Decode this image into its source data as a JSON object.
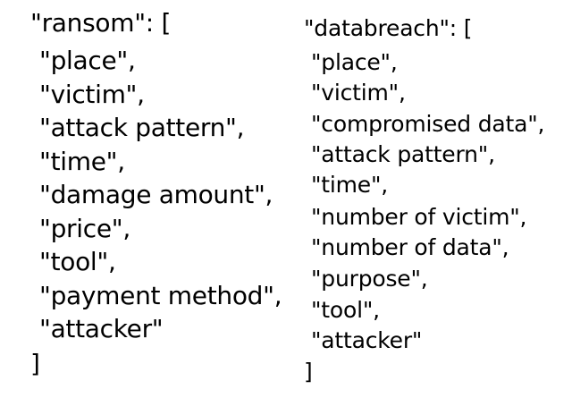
{
  "ransom": {
    "header": "\"ransom\": [",
    "items": [
      "\"place\",",
      "\"victim\",",
      "\"attack pattern\",",
      "\"time\",",
      "\"damage amount\",",
      "\"price\",",
      "\"tool\",",
      "\"payment method\",",
      "\"attacker\""
    ],
    "footer": "]"
  },
  "databreach": {
    "header": "\"databreach\": [",
    "items": [
      "\"place\",",
      "\"victim\",",
      "\"compromised data\",",
      "\"attack pattern\",",
      "\"time\",",
      "\"number of victim\",",
      "\"number of data\",",
      "\"purpose\",",
      "\"tool\",",
      "\"attacker\""
    ],
    "footer": "]"
  }
}
